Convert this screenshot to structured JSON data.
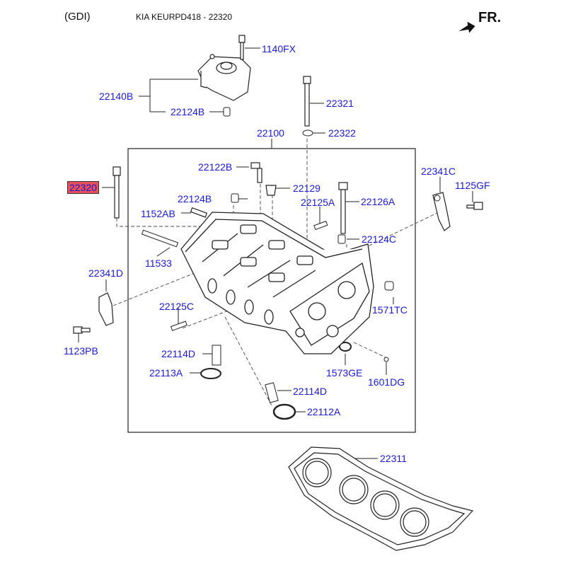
{
  "header": {
    "variant": "(GDI)",
    "title": "KIA KEURPD418 - 22320",
    "direction": "FR."
  },
  "highlight_color": "#e8505a",
  "label_color": "#1a1ad8",
  "labels": {
    "p1140FX": "1140FX",
    "p22140B": "22140B",
    "p22124B_top": "22124B",
    "p22321": "22321",
    "p22322": "22322",
    "p22100": "22100",
    "p22122B": "22122B",
    "p22320": "22320",
    "p22124B": "22124B",
    "p22129": "22129",
    "p1152AB": "1152AB",
    "p22125A": "22125A",
    "p22126A": "22126A",
    "p22341C": "22341C",
    "p1125GF": "1125GF",
    "p22124C": "22124C",
    "p11533": "11533",
    "p22341D": "22341D",
    "p1571TC": "1571TC",
    "p22125C": "22125C",
    "p1123PB": "1123PB",
    "p22114D_left": "22114D",
    "p22113A": "22113A",
    "p1573GE": "1573GE",
    "p1601DG": "1601DG",
    "p22114D_bottom": "22114D",
    "p22112A": "22112A",
    "p22311": "22311"
  }
}
